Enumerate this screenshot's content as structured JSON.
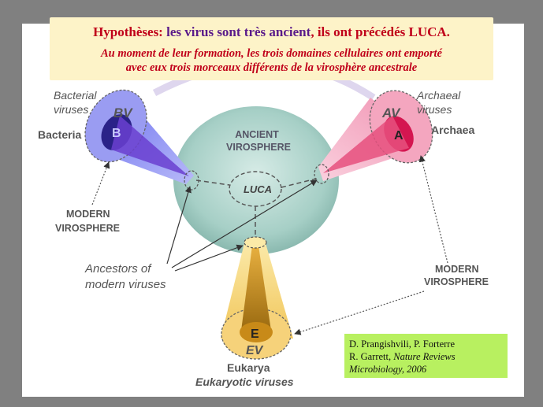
{
  "title": {
    "part1": "Hypothèses: ",
    "part2": "les virus sont très ancient",
    "part3": ", ils ont précédés LUCA."
  },
  "subtitle": {
    "line1": "Au moment de leur formation, les trois domaines cellulaires ont emporté",
    "line2": "avec eux trois morceaux différents de la virosphère ancestrale"
  },
  "labels": {
    "bacterial_viruses_1": "Bacterial",
    "bacterial_viruses_2": "viruses",
    "bv": "BV",
    "b": "B",
    "bacteria": "Bacteria",
    "archaeal_viruses_1": "Archaeal",
    "archaeal_viruses_2": "viruses",
    "av": "AV",
    "a": "A",
    "archaea": "Archaea",
    "ancient_1": "ANCIENT",
    "ancient_2": "VIROSPHERE",
    "luca": "LUCA",
    "modern_left_1": "MODERN",
    "modern_left_2": "VIROSPHERE",
    "modern_right_1": "MODERN",
    "modern_right_2": "VIROSPHERE",
    "ancestors_1": "Ancestors of",
    "ancestors_2": "modern viruses",
    "e": "E",
    "ev": "EV",
    "eukarya": "Eukarya",
    "eukaryotic_viruses": "Eukaryotic viruses"
  },
  "credit": {
    "line1": "D. Prangishvili, P. Forterre",
    "line2_author": "R. Garrett, ",
    "line2_journal": "Nature Reviews",
    "line3": "Microbiology, 2006"
  },
  "colors": {
    "bacteria": "#8f8ff0",
    "archaea": "#f4a0b8",
    "eukarya": "#f6d27a",
    "ancient": "#a8d0c8"
  }
}
